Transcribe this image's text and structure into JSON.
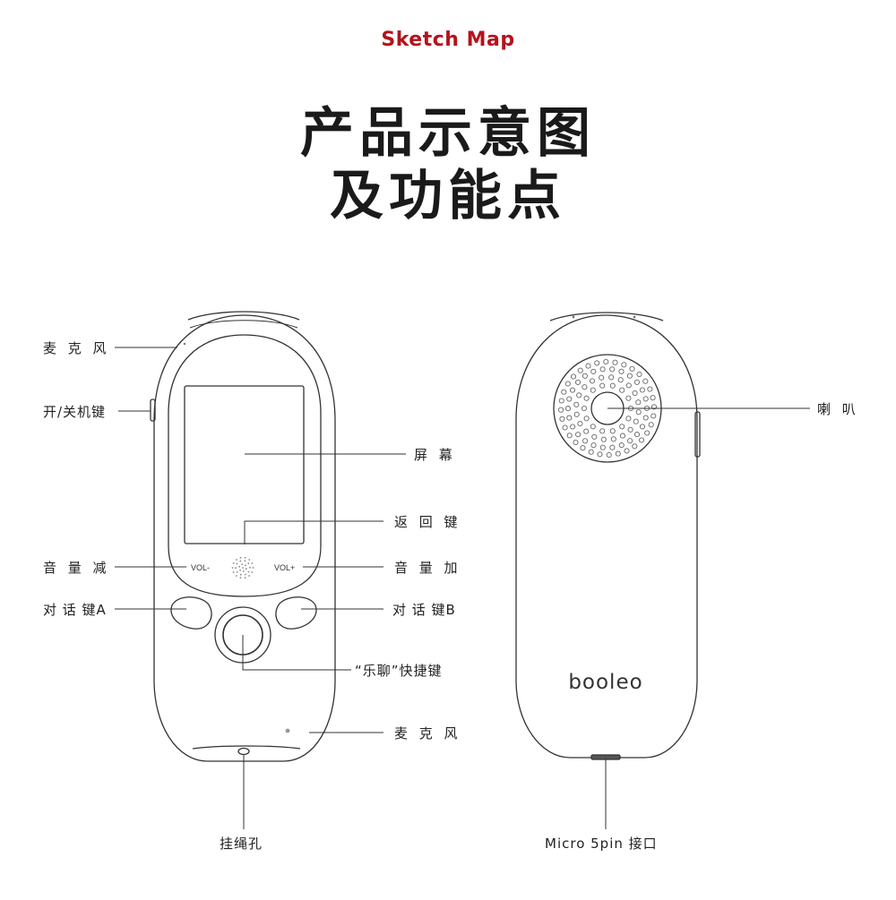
{
  "header": {
    "label": "Sketch Map"
  },
  "title": {
    "line1": "产品示意图",
    "line2": "及功能点"
  },
  "front": {
    "labels": {
      "mic_top": "麦 克 风",
      "power": "开/关机键",
      "screen": "屏 幕",
      "back": "返 回 键",
      "vol_down": "音 量 减",
      "vol_up": "音 量 加",
      "talk_a": "对 话 键A",
      "talk_b": "对 话 键B",
      "chat": "“乐聊”快捷键",
      "mic_bottom": "麦 克 风",
      "lanyard": "挂绳孔"
    },
    "device_text": {
      "vol_minus": "VOL-",
      "vol_plus": "VOL+"
    }
  },
  "rear": {
    "labels": {
      "speaker": "喇 叭",
      "port": "Micro 5pin 接口"
    },
    "brand": "booleo"
  },
  "colors": {
    "accent": "#b5121b",
    "line": "#333333"
  }
}
